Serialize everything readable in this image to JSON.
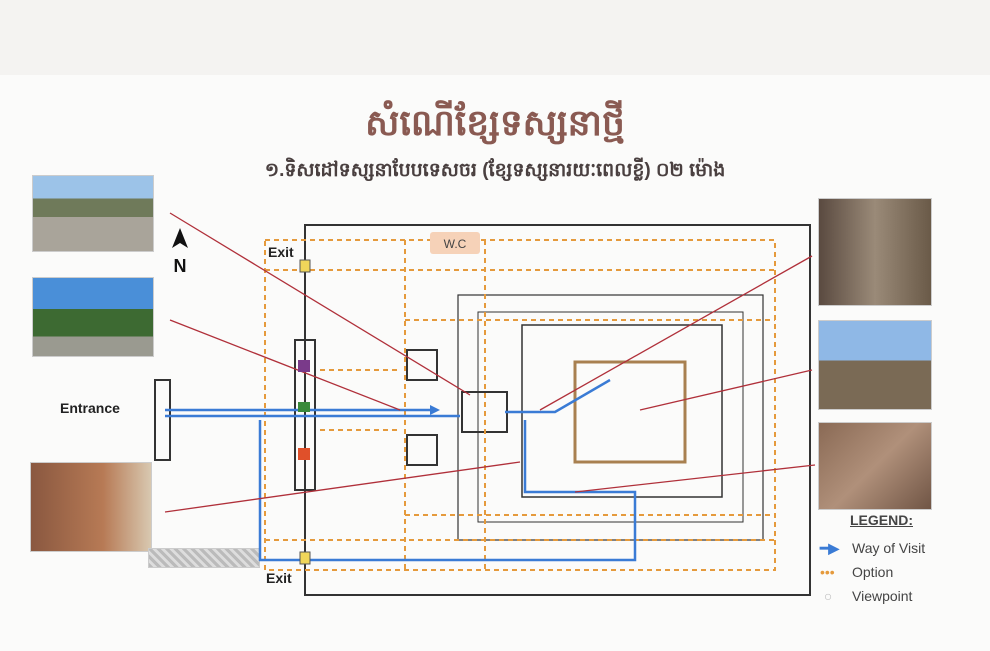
{
  "header": {
    "title": "សំណើខ្សែទស្សនាថ្មី",
    "subtitle": "១.ទិសដៅទស្សនាបែបទេសចរ (ខ្សែទស្សនារយៈពេលខ្លី) ០២ ម៉ោង"
  },
  "map": {
    "north": "N",
    "entrance": "Entrance",
    "exit_top": "Exit",
    "exit_bottom": "Exit",
    "wc": "W.C"
  },
  "legend": {
    "title": "LEGEND:",
    "items": [
      {
        "label": "Way of Visit",
        "color": "#3a7bd5"
      },
      {
        "label": "Option",
        "color": "#e59a3c"
      },
      {
        "label": "Viewpoint",
        "color": "#cccccc"
      }
    ]
  },
  "colors": {
    "title": "#8a5a52",
    "arrow": "#b0303a",
    "route": "#3a7bd5",
    "option": "#e59a3c"
  }
}
